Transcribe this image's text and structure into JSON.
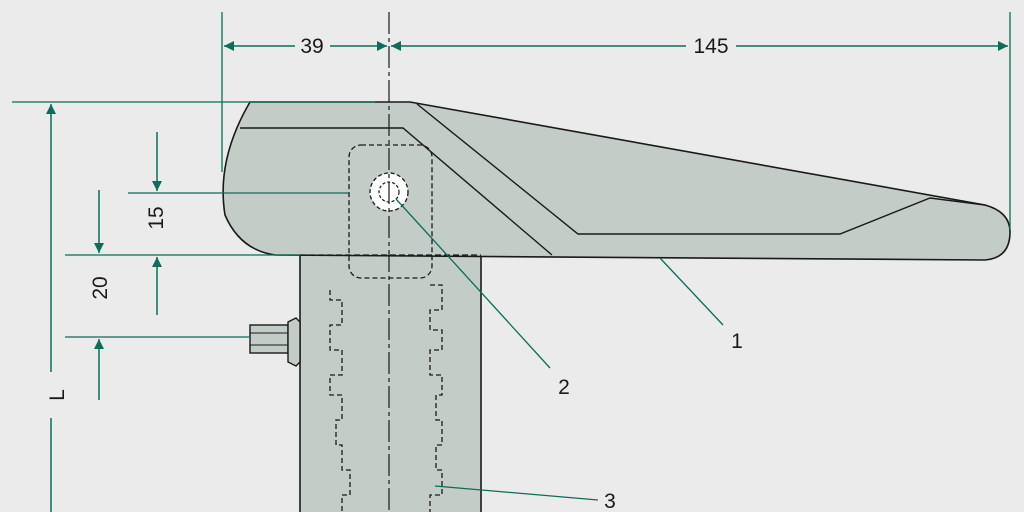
{
  "dimensions": {
    "width_left": "39",
    "width_right": "145",
    "height_15": "15",
    "height_20": "20",
    "length": "L"
  },
  "callouts": {
    "part_1": "1",
    "part_2": "2",
    "part_3": "3"
  },
  "colors": {
    "background": "#ebebeb",
    "part_fill": "#c3ccc6",
    "outline": "#1a1a1a",
    "dimension_lines": "#0b6e5a"
  }
}
